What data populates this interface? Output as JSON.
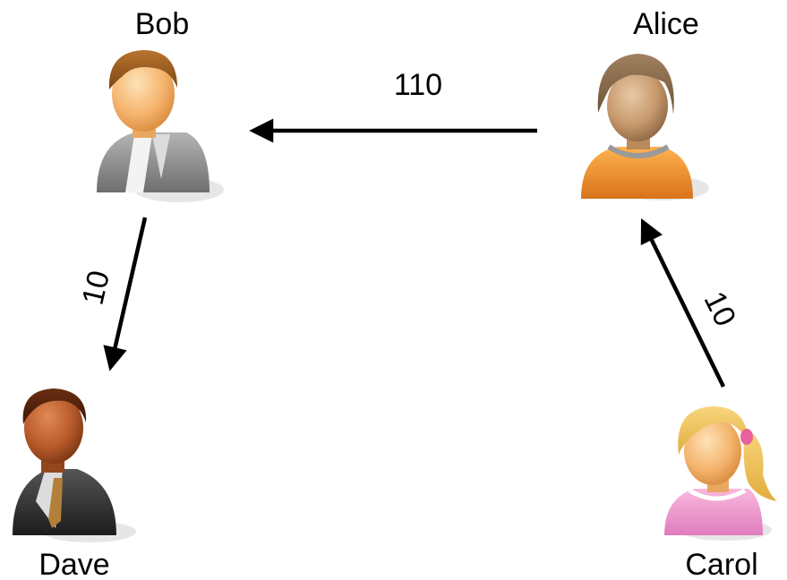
{
  "people": {
    "bob": {
      "name": "Bob"
    },
    "alice": {
      "name": "Alice"
    },
    "dave": {
      "name": "Dave"
    },
    "carol": {
      "name": "Carol"
    }
  },
  "edges": {
    "alice_to_bob": {
      "from": "Alice",
      "to": "Bob",
      "amount": "110"
    },
    "bob_to_dave": {
      "from": "Bob",
      "to": "Dave",
      "amount": "10"
    },
    "carol_to_alice": {
      "from": "Carol",
      "to": "Alice",
      "amount": "10"
    }
  },
  "colors": {
    "bob_suit": "#8f8f8f",
    "alice_top": "#f0922a",
    "dave_suit": "#2e2e2e",
    "carol_top": "#f29bd0",
    "skin": "#f7c27f"
  }
}
